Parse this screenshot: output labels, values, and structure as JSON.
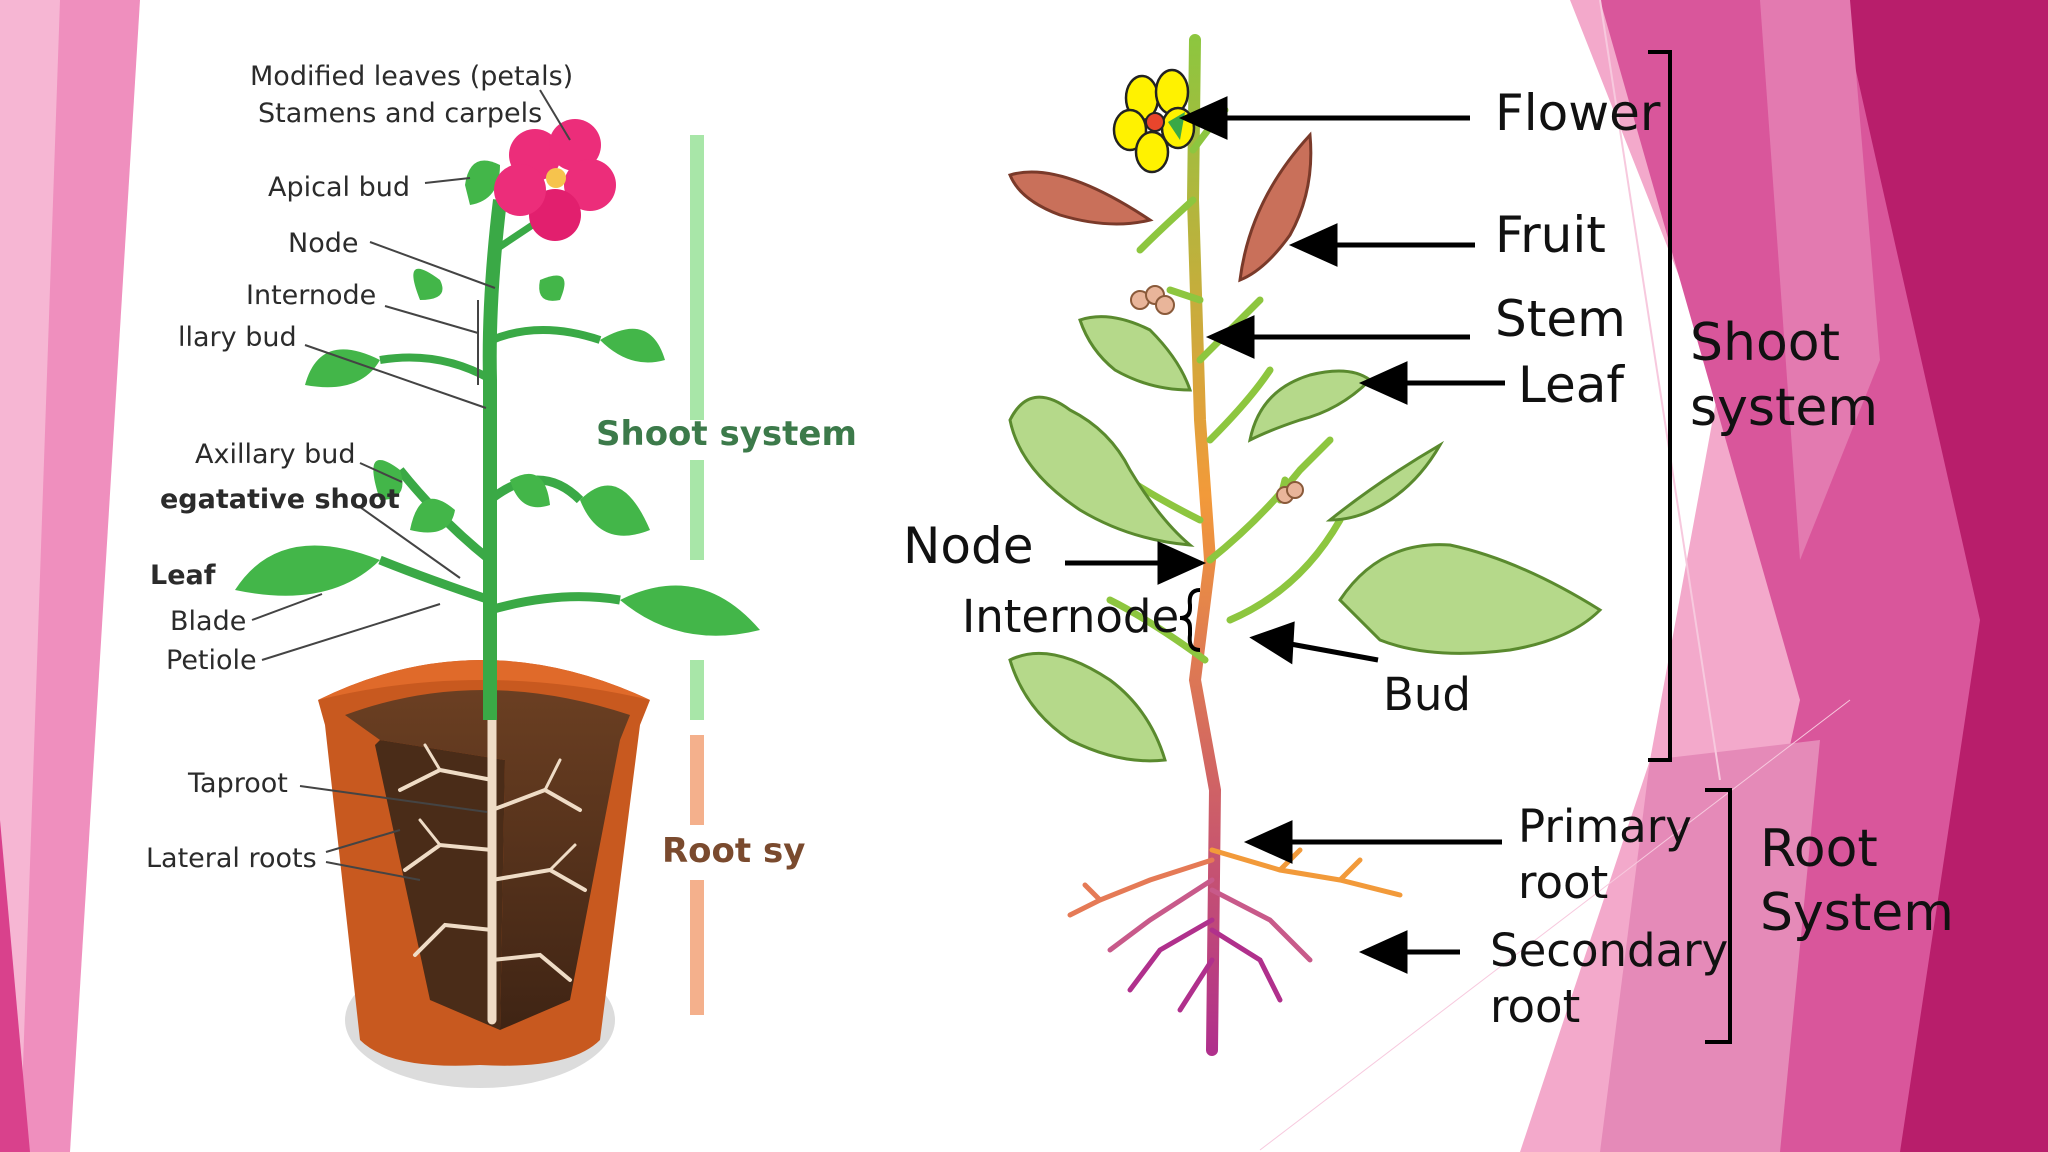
{
  "left_diagram": {
    "labels": {
      "modified_leaves": "Modified leaves (petals)",
      "stamens": "Stamens and carpels",
      "apical_bud": "Apical bud",
      "node": "Node",
      "internode": "Internode",
      "axillary_bud_top": "llary bud",
      "axillary_bud": "Axillary bud",
      "vegetative_shoot": "egatative shoot",
      "leaf": "Leaf",
      "blade": "Blade",
      "petiole": "Petiole",
      "taproot": "Taproot",
      "lateral_roots": "Lateral roots"
    },
    "systems": {
      "shoot": "Shoot system",
      "root": "Root sy"
    }
  },
  "right_diagram": {
    "labels": {
      "flower": "Flower",
      "fruit": "Fruit",
      "stem": "Stem",
      "leaf": "Leaf",
      "node": "Node",
      "internode": "Internode",
      "bud": "Bud",
      "primary_root_1": "Primary",
      "primary_root_2": "root",
      "secondary_root_1": "Secondary",
      "secondary_root_2": "root"
    },
    "systems": {
      "shoot_1": "Shoot",
      "shoot_2": "system",
      "root_1": "Root",
      "root_2": "System"
    }
  },
  "colors": {
    "slide_accent": "#c2276f",
    "slide_pink_light": "#f0a6c8",
    "stem_green": "#8dc63f",
    "leaf_green": "#43b649",
    "pot_brown": "#c8591f",
    "shoot_bar": "#a8e6a8",
    "root_bar": "#f4b08c"
  }
}
